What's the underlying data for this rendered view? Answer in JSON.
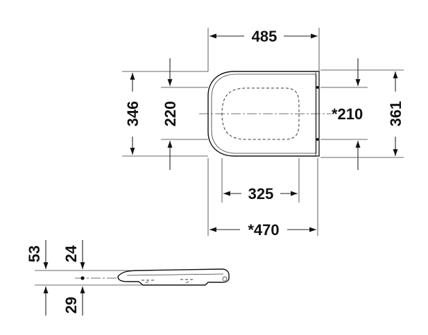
{
  "diagram": {
    "top_view": {
      "width_overall": "485",
      "length_overall": "346",
      "inner_length": "220",
      "hinge_spacing": "*210",
      "length_total": "361",
      "opening_width": "325",
      "width_base": "*470"
    },
    "side_view": {
      "height_overall": "53",
      "height_upper": "24",
      "height_lower": "29"
    }
  },
  "colors": {
    "line": "#222222",
    "background": "#ffffff"
  }
}
